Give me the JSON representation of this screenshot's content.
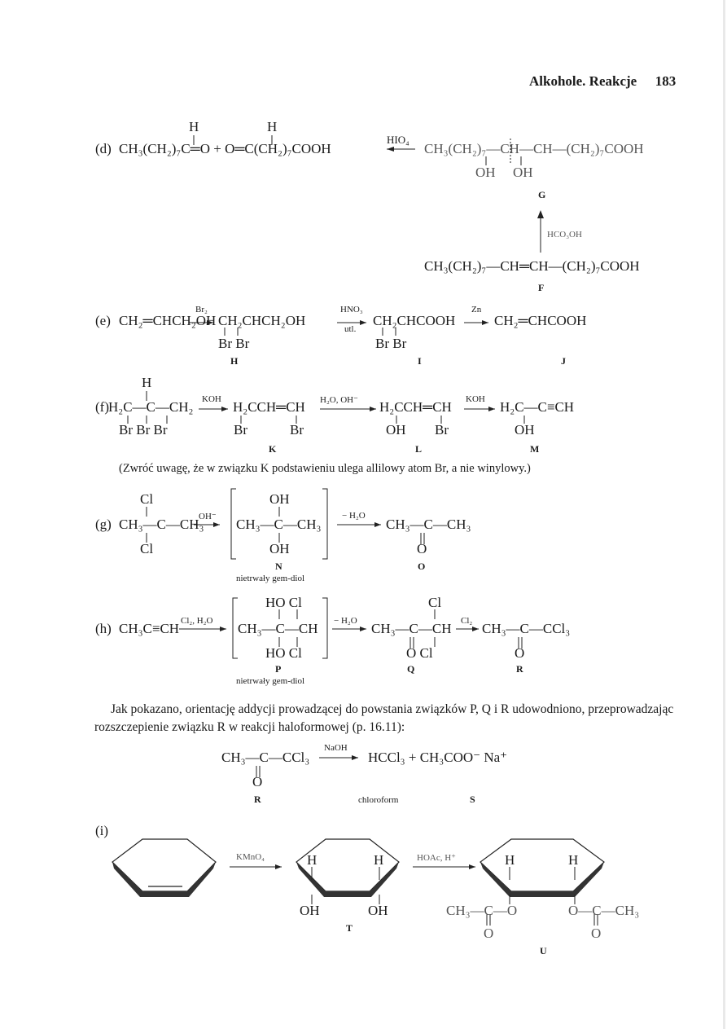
{
  "header": {
    "title": "Alkohole. Reakcje",
    "page_number": "183"
  },
  "section_d": {
    "marker": "(d)",
    "H1": "H",
    "H2": "H",
    "products": "CH₃(CH₂)₇C═O  +  O═C(CH₂)₇COOH",
    "reagent": "HIO₄",
    "diol": "CH₃(CH₂)₇—CH—CH—(CH₂)₇COOH",
    "oh_left": "OH",
    "oh_right": "OH",
    "label_G": "G",
    "reagent_up": "HCO₃OH",
    "alkene": "CH₃(CH₂)₇—CH═CH—(CH₂)₇COOH",
    "label_F": "F"
  },
  "section_e": {
    "marker": "(e)",
    "s1": "CH₂═CHCH₂OH",
    "r1": "Br₂",
    "s2": "CH₂CHCH₂OH",
    "r2": "HNO₃",
    "r2b": "utl.",
    "s3": "CH₂CHCOOH",
    "r3": "Zn",
    "s4": "CH₂═CHCOOH",
    "br_a": "Br  Br",
    "br_b": "Br  Br",
    "label_H": "H",
    "label_I": "I",
    "label_J": "J"
  },
  "section_f": {
    "marker": "(f)",
    "H_top": "H",
    "s1": "H₂C—C—CH₂",
    "br_row": "Br Br Br",
    "r1": "KOH",
    "s2": "H₂CCH═CH",
    "br_k1": "Br",
    "br_k2": "Br",
    "r2": "H₂O, OH⁻",
    "s3": "H₂CCH═CH",
    "oh_l": "OH",
    "br_l": "Br",
    "r3": "KOH",
    "s4": "H₂C—C≡CH",
    "oh_m": "OH",
    "label_K": "K",
    "label_L": "L",
    "label_M": "M"
  },
  "note_f": "(Zwróć uwagę, że w związku K podstawieniu ulega allilowy atom Br, a nie winylowy.)",
  "section_g": {
    "marker": "(g)",
    "cl_top": "Cl",
    "cl_bot": "Cl",
    "s1": "CH₃—C—CH₃",
    "r1": "OH⁻",
    "oh_top": "OH",
    "oh_bot": "OH",
    "s2": "CH₃—C—CH₃",
    "r2": "− H₂O",
    "s3": "CH₃—C—CH₃",
    "o": "O",
    "label_N": "N",
    "label_O": "O",
    "note": "nietrwały gem-diol"
  },
  "section_h": {
    "marker": "(h)",
    "s1": "CH₃C≡CH",
    "r1": "Cl₂, H₂O",
    "top_p": "HO  Cl",
    "s2": "CH₃—C—CH",
    "bot_p": "HO  Cl",
    "r2": "− H₂O",
    "cl_q": "Cl",
    "s3": "CH₃—C—CH",
    "bot_q": "O   Cl",
    "r3": "Cl₂",
    "s4": "CH₃—C—CCl₃",
    "o_r": "O",
    "label_P": "P",
    "label_Q": "Q",
    "label_R": "R",
    "note": "nietrwały gem-diol"
  },
  "paragraph": "Jak pokazano, orientację addycji prowadzącej do powstania związków P, Q i R udowodniono, przeprowadzając rozszczepienie związku R w reakcji haloformowej (p. 16.11):",
  "haloform": {
    "s1": "CH₃—C—CCl₃",
    "r1": "NaOH",
    "s2": "HCCl₃  + CH₃COO⁻ Na⁺",
    "o": "O",
    "label_R": "R",
    "label_chloroform": "chloroform",
    "label_S": "S"
  },
  "section_i": {
    "marker": "(i)",
    "r1": "KMnO₄",
    "r2": "HOAc, H⁺",
    "H_left": "H",
    "H_right": "H",
    "oh_left": "OH",
    "oh_right": "OH",
    "H2_left": "H",
    "H2_right": "H",
    "ester_left": "CH₃—C—O",
    "ester_right": "O—C—CH₃",
    "o_left": "O",
    "o_right": "O",
    "label_T": "T",
    "label_U": "U"
  }
}
